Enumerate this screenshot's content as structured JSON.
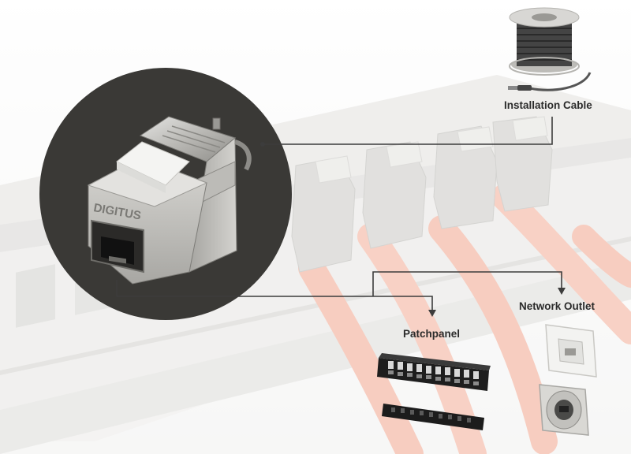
{
  "labels": {
    "installation_cable": "Installation Cable",
    "network_outlet": "Network Outlet",
    "patchpanel": "Patchpanel"
  },
  "product": {
    "brand_text": "DIGITUS"
  },
  "colors": {
    "circle_bg": "#3a3936",
    "connector_line": "#3c3c3c",
    "cable_orange": "#f2a58e",
    "panel_black": "#1e1e1e"
  },
  "icons": [
    "cable-spool-icon",
    "keystone-jack-icon",
    "patch-panel-icon",
    "network-outlet-icon"
  ]
}
